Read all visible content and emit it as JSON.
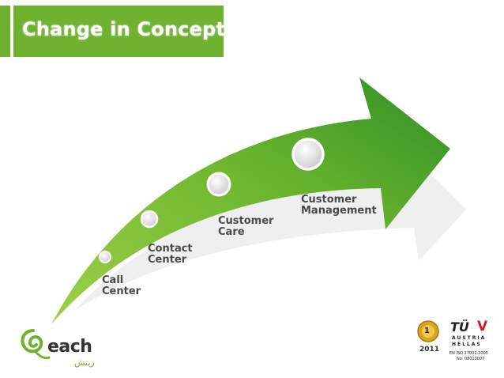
{
  "title": "Change in Concept",
  "steps": [
    {
      "line1": "Call",
      "line2": "Center"
    },
    {
      "line1": "Contact",
      "line2": "Center"
    },
    {
      "line1": "Customer",
      "line2": "Care"
    },
    {
      "line1": "Customer",
      "line2": "Management"
    }
  ],
  "colors": {
    "accent": "#6fb230",
    "arrow_light": "#8cc63f",
    "arrow_dark": "#3a9a2a",
    "shadow": "#efefef"
  },
  "logo": {
    "word": "each",
    "arabic": "ريتش"
  },
  "badge": {
    "rank": "1",
    "year": "2011"
  },
  "tuv": {
    "mark": "TÜ",
    "check": "V",
    "line1": "AUSTRIA",
    "line2": "HELLAS",
    "line3": "EN ISO 27001:2005",
    "line4": "No. 08013007"
  }
}
